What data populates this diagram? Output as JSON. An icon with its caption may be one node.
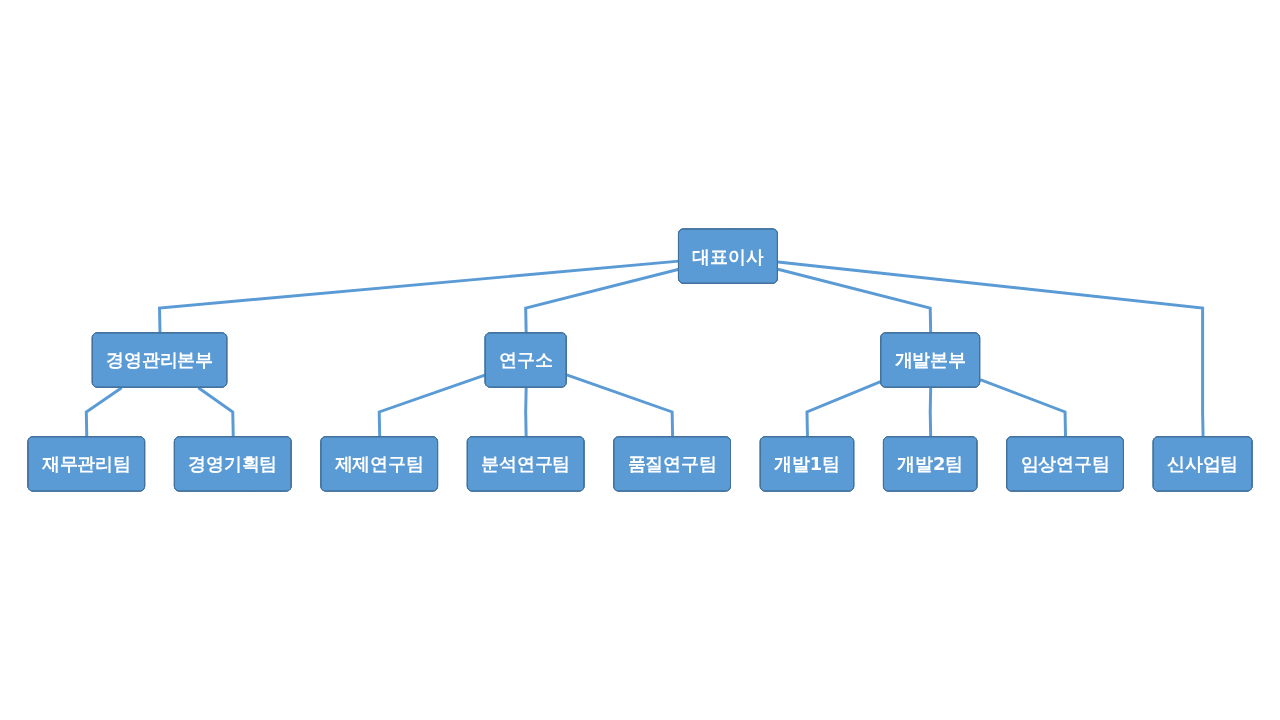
{
  "diagram": {
    "nodes": [
      {
        "text": [
          "대표이사"
        ]
      },
      {
        "text": [
          "경영관리본부"
        ]
      },
      {
        "text": [
          "연구소"
        ]
      },
      {
        "text": [
          "개발본부"
        ]
      },
      {
        "text": [
          "재무관리팀"
        ]
      },
      {
        "text": [
          "경영기획팀"
        ]
      },
      {
        "text": [
          "제제연구팀"
        ]
      },
      {
        "text": [
          "분석연구팀"
        ]
      },
      {
        "text": [
          "품질연구팀"
        ]
      },
      {
        "text": [
          "개발1팀"
        ]
      },
      {
        "text": [
          "개발2팀"
        ]
      },
      {
        "text": [
          "임상연구팀"
        ]
      },
      {
        "text": [
          "신사업팀"
        ]
      }
    ],
    "edges": [
      {
        "from": 0,
        "to": 1,
        "arrow": "none"
      },
      {
        "from": 0,
        "to": 2,
        "arrow": "none"
      },
      {
        "from": 0,
        "to": 3,
        "arrow": "none"
      },
      {
        "from": 0,
        "to": 12,
        "arrow": "none"
      },
      {
        "from": 1,
        "to": 4,
        "arrow": "none"
      },
      {
        "from": 1,
        "to": 5,
        "arrow": "none"
      },
      {
        "from": 2,
        "to": 6,
        "arrow": "none"
      },
      {
        "from": 2,
        "to": 7,
        "arrow": "none"
      },
      {
        "from": 2,
        "to": 8,
        "arrow": "none"
      },
      {
        "from": 3,
        "to": 9,
        "arrow": "none"
      },
      {
        "from": 3,
        "to": 10,
        "arrow": "none"
      },
      {
        "from": 3,
        "to": 11,
        "arrow": "none"
      }
    ]
  }
}
